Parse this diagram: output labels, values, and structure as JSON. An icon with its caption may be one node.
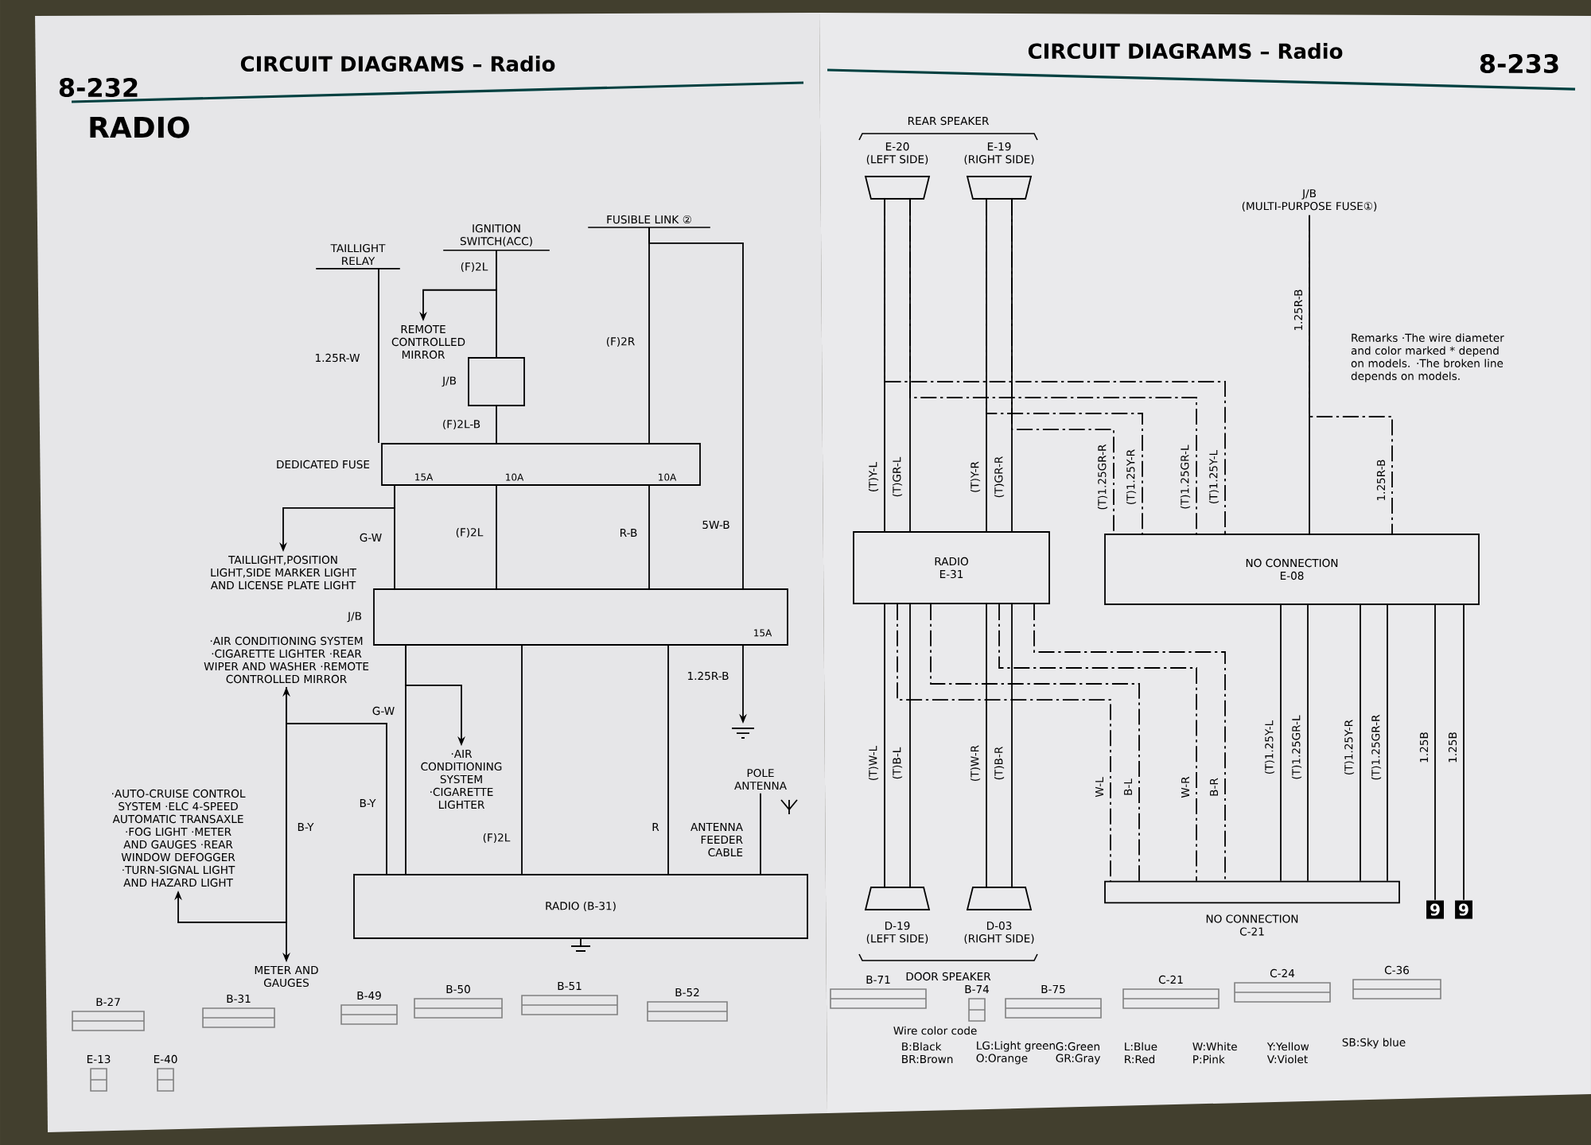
{
  "diagram": {
    "title": "RADIO",
    "nodes": [
      {
        "text": [
          "TAILLIGHT RELAY"
        ]
      },
      {
        "text": [
          "IGNITION SWITCH(ACC)"
        ]
      },
      {
        "text": [
          "FUSIBLE LINK ②"
        ]
      },
      {
        "text": [
          "REMOTE CONTROLLED MIRROR"
        ]
      },
      {
        "text": [
          "J/B"
        ]
      },
      {
        "text": [
          "DEDICATED FUSE"
        ]
      },
      {
        "text": [
          "TAILLIGHT,POSITION LIGHT,SIDE MARKER LIGHT AND LICENSE PLATE LIGHT"
        ]
      },
      {
        "text": [
          "J/B"
        ]
      },
      {
        "text": [
          "·AIR CONDITIONING SYSTEM ·CIGARETTE LIGHTER ·REAR WIPER AND WASHER ·REMOTE CONTROLLED MIRROR"
        ]
      },
      {
        "text": [
          "·AIR CONDITIONING SYSTEM ·CIGARETTE LIGHTER"
        ]
      },
      {
        "text": [
          "·AUTO-CRUISE CONTROL SYSTEM ·ELC 4-SPEED AUTOMATIC TRANSAXLE ·FOG LIGHT ·METER AND GAUGES ·REAR WINDOW DEFOGGER ·TURN-SIGNAL LIGHT AND HAZARD LIGHT"
        ]
      },
      {
        "text": [
          "METER AND GAUGES"
        ]
      },
      {
        "text": [
          "POLE ANTENNA"
        ]
      },
      {
        "text": [
          "RADIO (B-31)"
        ]
      },
      {
        "text": [
          "E-20",
          "(LEFT SIDE)"
        ]
      },
      {
        "text": [
          "E-19",
          "(RIGHT SIDE)"
        ]
      },
      {
        "text": [
          "J/B",
          "(MULTI-PURPOSE FUSE①)"
        ]
      },
      {
        "text": [
          "RADIO",
          "E-31"
        ]
      },
      {
        "text": [
          "NO CONNECTION",
          "E-08"
        ]
      },
      {
        "text": [
          "NO CONNECTION",
          "C-21"
        ]
      },
      {
        "text": [
          "D-19",
          "(LEFT SIDE)"
        ]
      },
      {
        "text": [
          "D-03",
          "(RIGHT SIDE)"
        ]
      },
      {
        "text": [
          "9"
        ]
      },
      {
        "text": [
          "9"
        ]
      }
    ],
    "edges": [
      {
        "from": 0,
        "to": 5,
        "arrow": "none",
        "label": "1.25R-W"
      },
      {
        "from": 1,
        "to": 4,
        "arrow": "none",
        "label": "(F)2L"
      },
      {
        "from": 1,
        "to": 3,
        "arrow": "to"
      },
      {
        "from": 4,
        "to": 5,
        "arrow": "none",
        "label": "(F)2L-B"
      },
      {
        "from": 2,
        "to": 5,
        "arrow": "none",
        "label": "(F)2R"
      },
      {
        "from": 2,
        "to": 7,
        "arrow": "none",
        "label": "5W-B"
      },
      {
        "from": 5,
        "to": 7,
        "arrow": "none",
        "label": "G-W"
      },
      {
        "from": 5,
        "to": 6,
        "arrow": "to"
      },
      {
        "from": 5,
        "to": 7,
        "arrow": "none",
        "label": "(F)2L"
      },
      {
        "from": 5,
        "to": 7,
        "arrow": "none",
        "label": "R-B"
      },
      {
        "from": 7,
        "to": 13,
        "arrow": "none",
        "label": "G-W"
      },
      {
        "from": 7,
        "to": 9,
        "arrow": "to"
      },
      {
        "from": 7,
        "to": 13,
        "arrow": "none",
        "label": "(F)2L"
      },
      {
        "from": 7,
        "to": 13,
        "arrow": "none",
        "label": "R"
      },
      {
        "from": 7,
        "to": null,
        "arrow": "to",
        "label": "1.25R-B"
      },
      {
        "from": 12,
        "to": 13,
        "arrow": "none",
        "label": "ANTENNA FEEDER CABLE"
      },
      {
        "from": 13,
        "to": 8,
        "arrow": "to",
        "label": "B-Y"
      },
      {
        "from": 8,
        "to": 11,
        "arrow": "to",
        "label": "B-Y"
      },
      {
        "from": 8,
        "to": 10,
        "arrow": "to"
      },
      {
        "from": 14,
        "to": 17,
        "arrow": "none",
        "label": "(T)Y-L"
      },
      {
        "from": 14,
        "to": 17,
        "arrow": "none",
        "label": "(T)GR-L"
      },
      {
        "from": 15,
        "to": 17,
        "arrow": "none",
        "label": "(T)Y-R"
      },
      {
        "from": 15,
        "to": 17,
        "arrow": "none",
        "label": "(T)GR-R"
      },
      {
        "from": 14,
        "to": 18,
        "arrow": "none",
        "style": "dashed",
        "label": "(T)1.25Y-L"
      },
      {
        "from": 14,
        "to": 18,
        "arrow": "none",
        "style": "dashed",
        "label": "(T)1.25GR-L"
      },
      {
        "from": 15,
        "to": 18,
        "arrow": "none",
        "style": "dashed",
        "label": "(T)1.25Y-R"
      },
      {
        "from": 15,
        "to": 18,
        "arrow": "none",
        "style": "dashed",
        "label": "(T)1.25GR-R"
      },
      {
        "from": 16,
        "to": 18,
        "arrow": "none",
        "label": "1.25R-B"
      },
      {
        "from": 16,
        "to": 18,
        "arrow": "none",
        "style": "dashed",
        "label": "1.25R-B"
      },
      {
        "from": 17,
        "to": 20,
        "arrow": "none",
        "label": "(T)W-L"
      },
      {
        "from": 17,
        "to": 20,
        "arrow": "none",
        "label": "(T)B-L"
      },
      {
        "from": 17,
        "to": 21,
        "arrow": "none",
        "label": "(T)W-R"
      },
      {
        "from": 17,
        "to": 21,
        "arrow": "none",
        "label": "(T)B-R"
      },
      {
        "from": 17,
        "to": 19,
        "arrow": "none",
        "style": "dashed",
        "label": "W-L"
      },
      {
        "from": 17,
        "to": 19,
        "arrow": "none",
        "style": "dashed",
        "label": "B-L"
      },
      {
        "from": 17,
        "to": 19,
        "arrow": "none",
        "style": "dashed",
        "label": "W-R"
      },
      {
        "from": 17,
        "to": 19,
        "arrow": "none",
        "style": "dashed",
        "label": "B-R"
      },
      {
        "from": 18,
        "to": 19,
        "arrow": "none",
        "label": "(T)1.25Y-L"
      },
      {
        "from": 18,
        "to": 19,
        "arrow": "none",
        "label": "(T)1.25GR-L"
      },
      {
        "from": 18,
        "to": 19,
        "arrow": "none",
        "label": "(T)1.25Y-R"
      },
      {
        "from": 18,
        "to": 19,
        "arrow": "none",
        "label": "(T)1.25GR-R"
      },
      {
        "from": 18,
        "to": 22,
        "arrow": "none",
        "label": "1.25B"
      },
      {
        "from": 18,
        "to": 23,
        "arrow": "none",
        "label": "1.25B"
      }
    ],
    "labels": [
      "8-232",
      "CIRCUIT DIAGRAMS – Radio",
      "CIRCUIT DIAGRAMS – Radio",
      "8-233",
      "REAR SPEAKER",
      "DOOR SPEAKER",
      "Remarks ·The wire diameter and color marked * depend on models. ·The broken line depends on models.",
      "15A",
      "10A",
      "10A",
      "15A",
      "B-27",
      "B-31",
      "B-49",
      "B-50",
      "B-51",
      "B-52",
      "E-13",
      "E-40",
      "B-71",
      "B-74",
      "B-75",
      "C-21",
      "C-24",
      "C-36",
      "Wire color code",
      "B:Black",
      "BR:Brown",
      "LG:Light green",
      "O:Orange",
      "G:Green",
      "GR:Gray",
      "L:Blue",
      "R:Red",
      "W:White",
      "P:Pink",
      "Y:Yellow",
      "V:Violet",
      "SB:Sky blue"
    ]
  }
}
